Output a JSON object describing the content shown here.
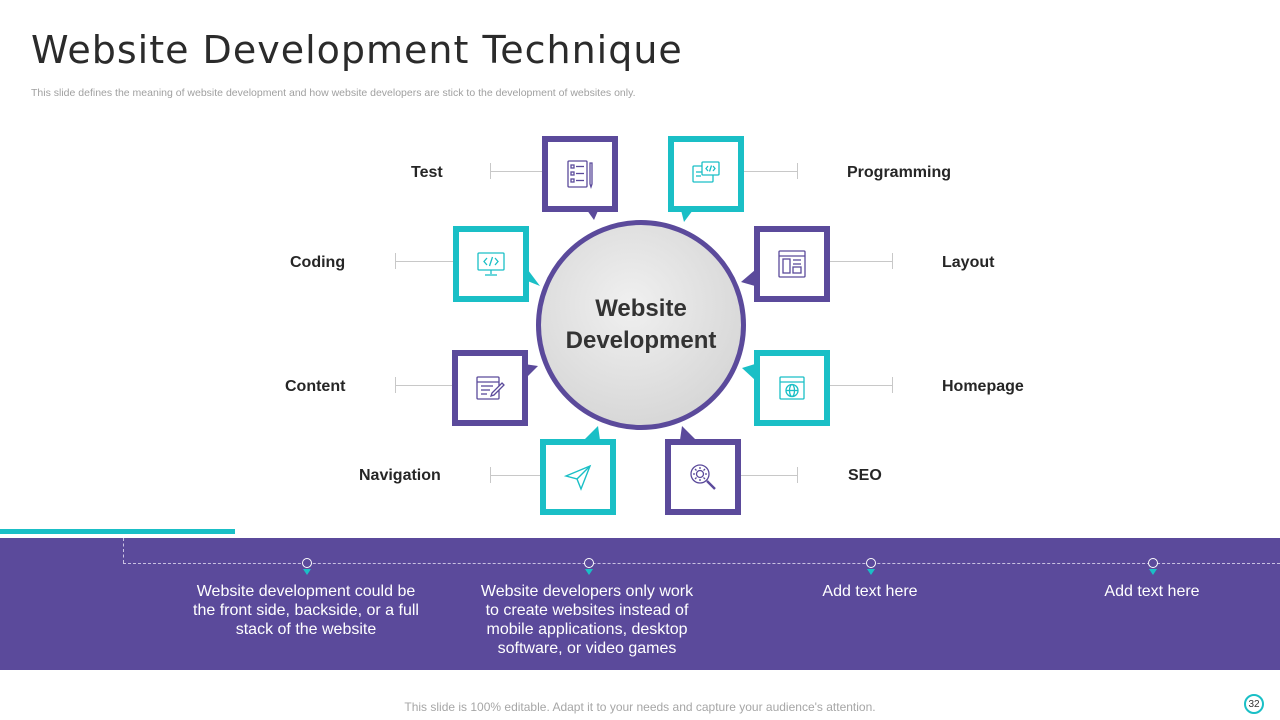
{
  "title": "Website Development Technique",
  "subtitle": "This slide defines the meaning of website development and how website developers are stick to the development of websites only.",
  "center": {
    "label": "Website Development"
  },
  "nodes": [
    {
      "label": "Test",
      "icon": "checklist-icon",
      "color": "#5b4a9b"
    },
    {
      "label": "Programming",
      "icon": "code-window-icon",
      "color": "#1abfc6"
    },
    {
      "label": "Coding",
      "icon": "monitor-code-icon",
      "color": "#1abfc6"
    },
    {
      "label": "Layout",
      "icon": "layout-icon",
      "color": "#5b4a9b"
    },
    {
      "label": "Content",
      "icon": "edit-document-icon",
      "color": "#5b4a9b"
    },
    {
      "label": "Homepage",
      "icon": "globe-browser-icon",
      "color": "#1abfc6"
    },
    {
      "label": "Navigation",
      "icon": "paper-plane-icon",
      "color": "#1abfc6"
    },
    {
      "label": "SEO",
      "icon": "gear-search-icon",
      "color": "#5b4a9b"
    }
  ],
  "band": {
    "items": [
      {
        "text": "Website development could be the front side, backside, or a full stack of the website"
      },
      {
        "text": "Website developers only work to create websites instead of mobile applications, desktop software, or video games"
      },
      {
        "text": "Add text here"
      },
      {
        "text": "Add text here"
      }
    ]
  },
  "footer": {
    "text": "This slide is 100% editable. Adapt it to your needs and capture your audience's attention."
  },
  "page_number": "32",
  "colors": {
    "purple": "#5b4a9b",
    "teal": "#1abfc6"
  }
}
